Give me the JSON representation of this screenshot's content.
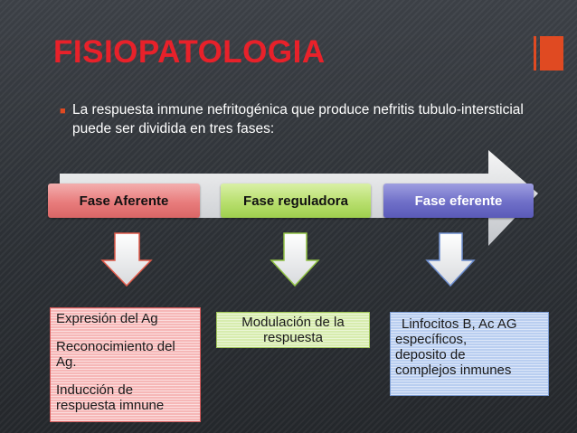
{
  "slide": {
    "title": "FISIOPATOLOGIA",
    "bullet_text": "La respuesta inmune nefritogénica que produce nefritis tubulo-intersticial puede ser dividida en tres fases:",
    "accent_color": "#e04a22",
    "title_color": "#e8212a"
  },
  "diagram": {
    "phases": [
      {
        "label": "Fase Aferente",
        "color": "#e87c7c"
      },
      {
        "label": "Fase reguladora",
        "color": "#b8df6e"
      },
      {
        "label": "Fase eferente",
        "color": "#6f6fc8"
      }
    ],
    "descriptions": {
      "aferente": [
        "Expresión del Ag",
        "Reconocimiento del Ag.",
        "Inducción de respuesta imnune"
      ],
      "reguladora": [
        "Modulación de la respuesta"
      ],
      "eferente": [
        "Linfocitos B, Ac AG",
        "específicos,",
        "deposito de",
        "complejos inmunes"
      ]
    }
  }
}
